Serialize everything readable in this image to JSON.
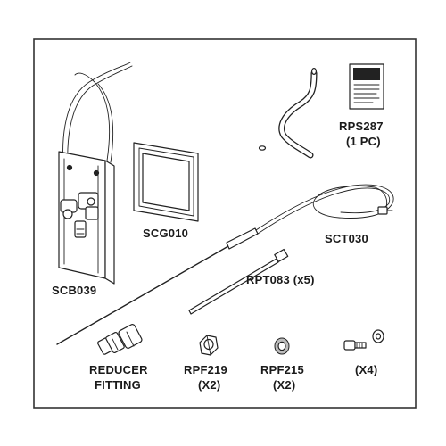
{
  "parts": {
    "bracket": {
      "code": "SCB039"
    },
    "gasket": {
      "code": "SCG010"
    },
    "card": {
      "code": "RPS287",
      "qty": "(1 PC)"
    },
    "tube": {
      "code": "SCT030"
    },
    "tie": {
      "code": "RPT083 (x5)"
    },
    "reducer": {
      "line1": "REDUCER",
      "line2": "FITTING"
    },
    "rpf219": {
      "code": "RPF219",
      "qty": "(X2)"
    },
    "rpf215": {
      "code": "RPF215",
      "qty": "(X2)"
    },
    "screw": {
      "qty": "(X4)"
    }
  },
  "colors": {
    "ink": "#222222",
    "border": "#333333",
    "background": "#ffffff"
  }
}
